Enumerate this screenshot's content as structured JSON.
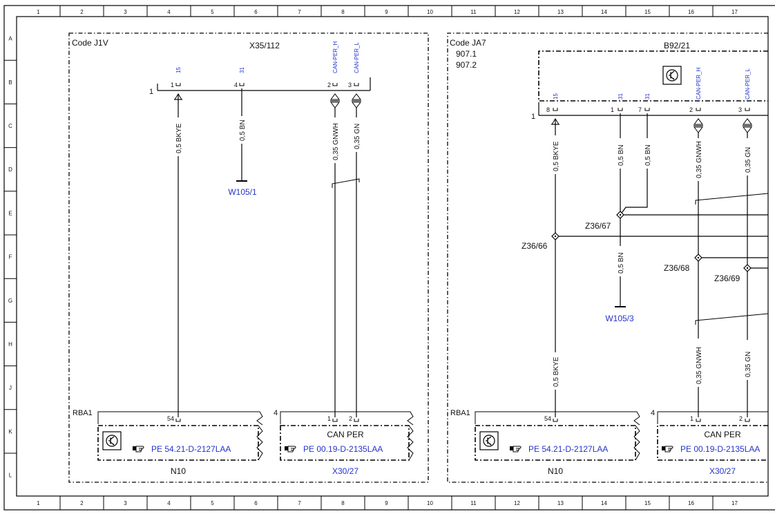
{
  "frame": {
    "columns": [
      "1",
      "2",
      "3",
      "4",
      "5",
      "6",
      "7",
      "8",
      "9",
      "10",
      "11",
      "12",
      "13",
      "14",
      "15",
      "16",
      "17"
    ],
    "rows": [
      "A",
      "B",
      "C",
      "D",
      "E",
      "F",
      "G",
      "H",
      "J",
      "K",
      "L"
    ]
  },
  "left_section": {
    "code": "Code J1V",
    "connector": {
      "name": "X35/112",
      "row_label": "1",
      "pins": [
        {
          "num": "1",
          "signal": "15"
        },
        {
          "num": "4",
          "signal": "31"
        },
        {
          "num": "2",
          "signal": "CAN-PER_H"
        },
        {
          "num": "3",
          "signal": "CAN-PER_L"
        }
      ]
    },
    "wires": [
      {
        "label": "0,5 BKYE"
      },
      {
        "label": "0,5 BN"
      },
      {
        "label": "0,35 GNWH"
      },
      {
        "label": "0,35 GN"
      }
    ],
    "ground": "W105/1",
    "module_a": {
      "label": "RBA1",
      "pin": "54",
      "ref": "PE 54.21-D-2127LAA",
      "name": "N10"
    },
    "module_b": {
      "num": "4",
      "pin1": "1",
      "pin2": "2",
      "title": "CAN PER",
      "ref": "PE 00.19-D-2135LAA",
      "name": "X30/27"
    }
  },
  "right_section": {
    "code": "Code JA7",
    "variants": [
      "907.1",
      "907.2"
    ],
    "component": "B92/21",
    "connector": {
      "row_label": "1",
      "pins": [
        {
          "num": "8",
          "signal": "15"
        },
        {
          "num": "1",
          "signal": "31"
        },
        {
          "num": "7",
          "signal": "31"
        },
        {
          "num": "2",
          "signal": "CAN-PER_H"
        },
        {
          "num": "3",
          "signal": "CAN-PER_L"
        }
      ]
    },
    "wires_top": [
      {
        "label": "0,5 BKYE"
      },
      {
        "label": "0,5 BN"
      },
      {
        "label": "0,5 BN"
      },
      {
        "label": "0,35 GNWH"
      },
      {
        "label": "0,35 GN"
      }
    ],
    "splices": [
      "Z36/67",
      "Z36/66",
      "Z36/68",
      "Z36/69"
    ],
    "wire_bn_lower": "0,5 BN",
    "ground": "W105/3",
    "wires_bottom": [
      {
        "label": "0,5 BKYE"
      },
      {
        "label": "0,35 GNWH"
      },
      {
        "label": "0,35 GN"
      }
    ],
    "module_a": {
      "label": "RBA1",
      "pin": "54",
      "ref": "PE 54.21-D-2127LAA",
      "name": "N10"
    },
    "module_b": {
      "num": "4",
      "pin1": "1",
      "pin2": "2",
      "title": "CAN PER",
      "ref": "PE 00.19-D-2135LAA",
      "name": "X30/27"
    }
  },
  "icons": {
    "pointer": "pointing-hand-icon",
    "controller": "control-unit-symbol-icon"
  }
}
